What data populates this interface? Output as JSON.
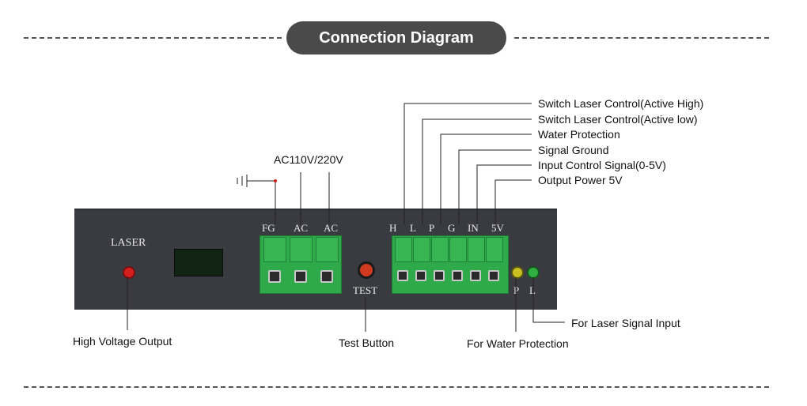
{
  "title": "Connection Diagram",
  "ac_label": "AC110V/220V",
  "right_labels": [
    "Switch Laser Control(Active High)",
    "Switch Laser Control(Active low)",
    "Water Protection",
    "Signal Ground",
    "Input Control Signal(0-5V)",
    "Output Power 5V"
  ],
  "panel": {
    "laser_label": "LASER",
    "test_label": "TEST",
    "terminal_left": [
      "FG",
      "AC",
      "AC"
    ],
    "terminal_right": [
      "H",
      "L",
      "P",
      "G",
      "IN",
      "5V"
    ],
    "led_p": "P",
    "led_l": "L"
  },
  "bottom_labels": {
    "high_voltage": "High Voltage Output",
    "test_button": "Test Button",
    "water_protection": "For Water Protection",
    "laser_signal": "For Laser Signal Input"
  },
  "colors": {
    "panel": "#3a3b41",
    "terminal_green": "#2faa4a",
    "led_red": "#d62020",
    "led_yellow": "#c8c020",
    "led_green": "#2fb040",
    "title_pill": "#4a4a4a"
  }
}
